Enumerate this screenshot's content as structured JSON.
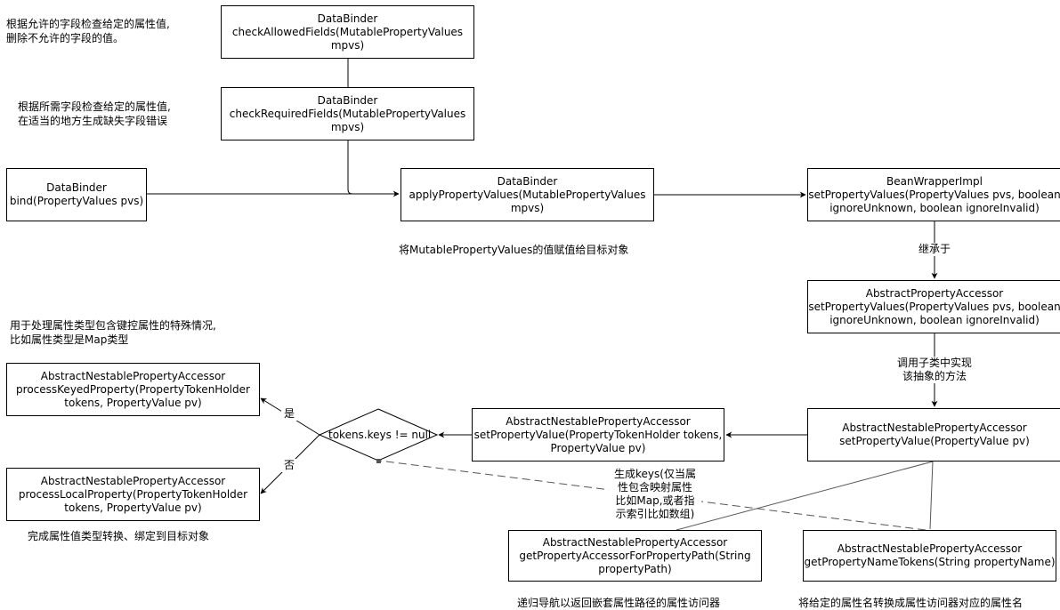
{
  "nodes": {
    "check_allowed": [
      "DataBinder",
      "checkAllowedFields(MutablePropertyValues",
      "mpvs)"
    ],
    "check_required": [
      "DataBinder",
      "checkRequiredFields(MutablePropertyValues",
      "mpvs)"
    ],
    "bind": [
      "DataBinder",
      "bind(PropertyValues pvs)"
    ],
    "apply": [
      "DataBinder",
      "applyPropertyValues(MutablePropertyValues",
      "mpvs)"
    ],
    "bean_wrapper": [
      "BeanWrapperImpl",
      "setPropertyValues(PropertyValues pvs, boolean",
      "ignoreUnknown, boolean ignoreInvalid)"
    ],
    "abstract_accessor": [
      "AbstractPropertyAccessor",
      "setPropertyValues(PropertyValues pvs, boolean",
      "ignoreUnknown, boolean ignoreInvalid)"
    ],
    "nestable_set_pv": [
      "AbstractNestablePropertyAccessor",
      "setPropertyValue(PropertyValue pv)"
    ],
    "nestable_set_tokens": [
      "AbstractNestablePropertyAccessor",
      "setPropertyValue(PropertyTokenHolder tokens,",
      "PropertyValue pv)"
    ],
    "keyed": [
      "AbstractNestablePropertyAccessor",
      "processKeyedProperty(PropertyTokenHolder",
      "tokens, PropertyValue pv)"
    ],
    "local": [
      "AbstractNestablePropertyAccessor",
      "processLocalProperty(PropertyTokenHolder",
      "tokens, PropertyValue pv)"
    ],
    "get_accessor": [
      "AbstractNestablePropertyAccessor",
      "getPropertyAccessorForPropertyPath(String",
      "propertyPath)"
    ],
    "get_tokens": [
      "AbstractNestablePropertyAccessor",
      "getPropertyNameTokens(String propertyName)"
    ]
  },
  "decision": "tokens.keys != null",
  "notes": {
    "allowed": [
      "根据允许的字段检查给定的属性值,",
      "删除不允许的字段的值。"
    ],
    "required": [
      "根据所需字段检查给定的属性值,",
      "在适当的地方生成缺失字段错误"
    ],
    "apply": [
      "将MutablePropertyValues的值赋值给目标对象"
    ],
    "keyed": [
      "用于处理属性类型包含键控属性的特殊情况,",
      "比如属性类型是Map类型"
    ],
    "local": [
      "完成属性值类型转换、绑定到目标对象"
    ],
    "get_accessor": [
      "递归导航以返回嵌套属性路径的属性访问器"
    ],
    "get_tokens": [
      "将给定的属性名转换成属性访问器对应的属性名"
    ]
  },
  "edge_labels": {
    "inherit": [
      "继承于"
    ],
    "call_sub": [
      "调用子类中实现",
      "该抽象的方法"
    ],
    "yes": [
      "是"
    ],
    "no": [
      "否"
    ],
    "gen_keys": [
      "生成keys(仅当属",
      "性包含映射属性",
      "比如Map,或者指",
      "示索引比如数组)"
    ]
  },
  "colors": {
    "line": "#000000",
    "thin_line": "#555555",
    "dashed_line": "#555555",
    "background": "#ffffff"
  }
}
